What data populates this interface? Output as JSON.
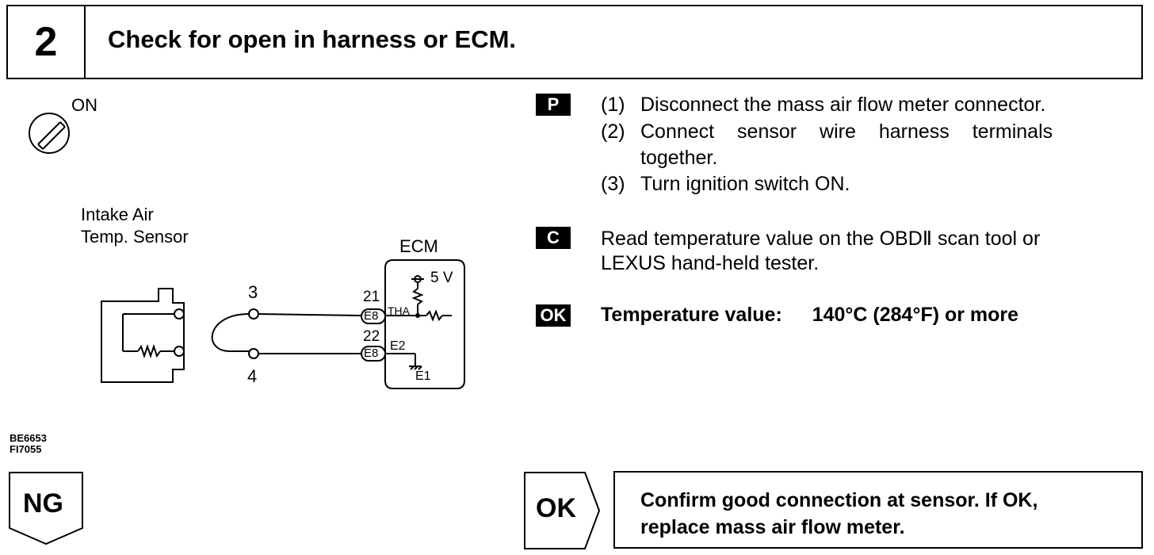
{
  "header": {
    "step_number": "2",
    "title": "Check for open in harness or ECM."
  },
  "diagram": {
    "ignition_label": "ON",
    "sensor_label_line1": "Intake Air",
    "sensor_label_line2": "Temp. Sensor",
    "ecm_label": "ECM",
    "voltage_label": "5 V",
    "pin3_label": "3",
    "pin4_label": "4",
    "terminal21_label": "21",
    "terminal22_label": "22",
    "connector_e8_top": "E8",
    "connector_e8_bottom": "E8",
    "tha_label": "THA",
    "e2_label": "E2",
    "e1_label": "E1"
  },
  "instructions": {
    "p_badge": "P",
    "step1_num": "(1)",
    "step1_text": "Disconnect the mass air flow meter connector.",
    "step2_num": "(2)",
    "step2_text_line1": "Connect sensor wire harness terminals",
    "step2_text_line2": "together.",
    "step3_num": "(3)",
    "step3_text": "Turn ignition switch ON.",
    "c_badge": "C",
    "check_line1": "Read temperature value on the OBDⅡ scan tool or",
    "check_line2": "LEXUS hand-held tester.",
    "ok_badge": "OK",
    "ok_label": "Temperature value:",
    "ok_value": "140°C (284°F) or more"
  },
  "codes": {
    "code1": "BE6653",
    "code2": "FI7055"
  },
  "results": {
    "ng_label": "NG",
    "ok_label": "OK",
    "confirm_line1": "Confirm good connection at sensor. If OK,",
    "confirm_line2": "replace mass air flow meter."
  }
}
